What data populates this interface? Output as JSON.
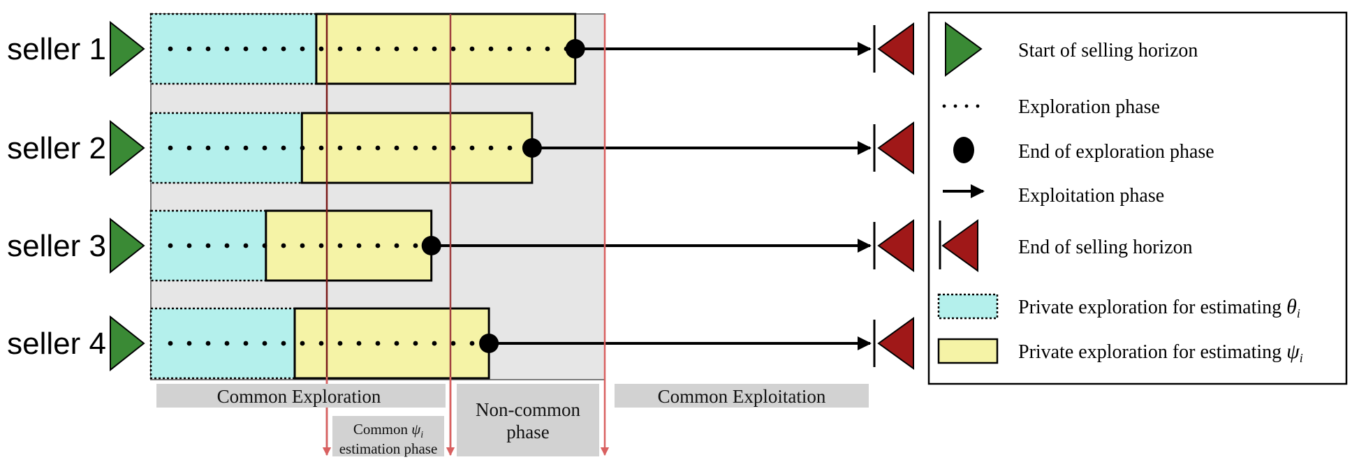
{
  "sellers": [
    {
      "label": "seller 1",
      "theta_end": 0.23,
      "psi_end": 0.59
    },
    {
      "label": "seller 2",
      "theta_end": 0.21,
      "psi_end": 0.53
    },
    {
      "label": "seller 3",
      "theta_end": 0.16,
      "psi_end": 0.39
    },
    {
      "label": "seller 4",
      "theta_end": 0.2,
      "psi_end": 0.47
    }
  ],
  "phases": {
    "common_exploration": "Common Exploration",
    "common_psi_line1": "Common ",
    "common_psi_symbol": "ψ",
    "common_psi_sub": "i",
    "common_psi_line2": "estimation phase",
    "non_common_line1": "Non-common",
    "non_common_line2": "phase",
    "common_exploitation": "Common Exploitation"
  },
  "legend": {
    "start": "Start of selling horizon",
    "exploration": "Exploration phase",
    "end_exploration": "End of exploration phase",
    "exploitation": "Exploitation phase",
    "end_horizon": "End of selling horizon",
    "private_theta": "Private exploration for estimating ",
    "theta_symbol": "θ",
    "theta_sub": "i",
    "private_psi": "Private exploration for estimating ",
    "psi_symbol": "ψ",
    "psi_sub": "i"
  },
  "colors": {
    "start_triangle": "#3a8a35",
    "end_triangle": "#a01818",
    "theta_fill": "#b4f0ec",
    "psi_fill": "#f5f3a6",
    "common_region": "#e6e6e6",
    "phase_box": "#d2d2d2",
    "divider_line": "#cc3b3b"
  }
}
